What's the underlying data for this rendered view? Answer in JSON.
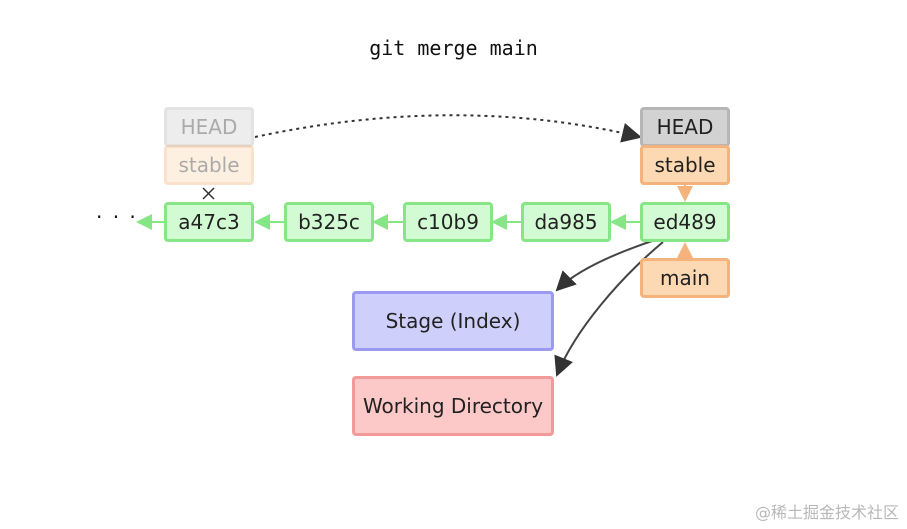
{
  "title": "git merge main",
  "ellipsis": "· · ·",
  "commits": [
    "a47c3",
    "b325c",
    "c10b9",
    "da985",
    "ed489"
  ],
  "old_refs": {
    "head": "HEAD",
    "branch": "stable"
  },
  "new_refs": {
    "head": "HEAD",
    "branch": "stable"
  },
  "main_branch": "main",
  "stage": "Stage (Index)",
  "working_directory": "Working Directory",
  "watermark": "@稀土掘金技术社区",
  "colors": {
    "commit_fill": "#d3fbd3",
    "commit_border": "#86e686",
    "branch_fill": "#fcd8b3",
    "branch_border": "#f4b27c",
    "head_fill": "#d2d2d2",
    "head_border": "#b6b6b6",
    "stage_fill": "#cfcffc",
    "stage_border": "#9a9af0",
    "work_fill": "#fcc8c8",
    "work_border": "#f29a9a"
  }
}
